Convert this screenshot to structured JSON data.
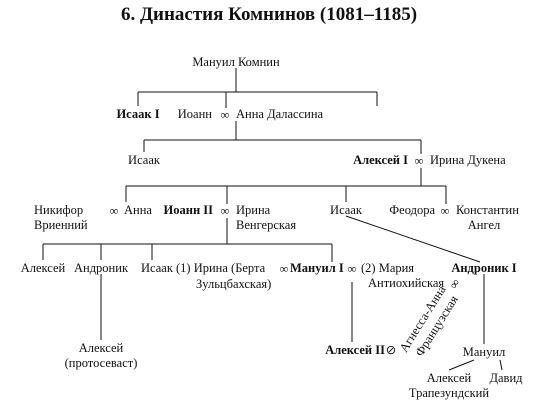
{
  "title": "6. Династия Комнинов (1081–1185)",
  "symbols": {
    "marriage": "∞",
    "hook": "⊘"
  },
  "people": {
    "manuil_komnin": "Мануил Комнин",
    "isaak_1": "Исаак I",
    "ioann": "Иоанн",
    "anna_dalassina": "Анна Далассина",
    "isaak_a": "Исаак",
    "aleksei_1": "Алексей I",
    "irina_dukena": "Ирина Дукена",
    "nikifor": "Никифор",
    "vriennii": "Вриенний",
    "anna": "Анна",
    "ioann_2": "Иоанн II",
    "irina_v_1": "Ирина",
    "irina_v_2": "Венгерская",
    "isaak_b": "Исаак",
    "feodora": "Феодора",
    "konstantin_1": "Константин",
    "konstantin_2": "Ангел",
    "aleksei_c": "Алексей",
    "andronik_c": "Андроник",
    "isaak_c": "Исаак",
    "irina_berta": "(1) Ирина (Берта",
    "zulcbakhskaya": "Зульцбахская)",
    "manuil_1": "Мануил I",
    "mariya_1": "(2) Мария",
    "mariya_2": "Антиохийская",
    "andronik_1": "Андроник I",
    "aleksei_prot_1": "Алексей",
    "aleksei_prot_2": "(протосеваст)",
    "aleksei_2": "Алексей II",
    "agnessa_1": "Агнесса-Анна",
    "agnessa_2": "Французская",
    "manuil_b": "Мануил",
    "aleksei_trap_1": "Алексей",
    "aleksei_trap_2": "Трапезундский",
    "david": "Давид"
  }
}
